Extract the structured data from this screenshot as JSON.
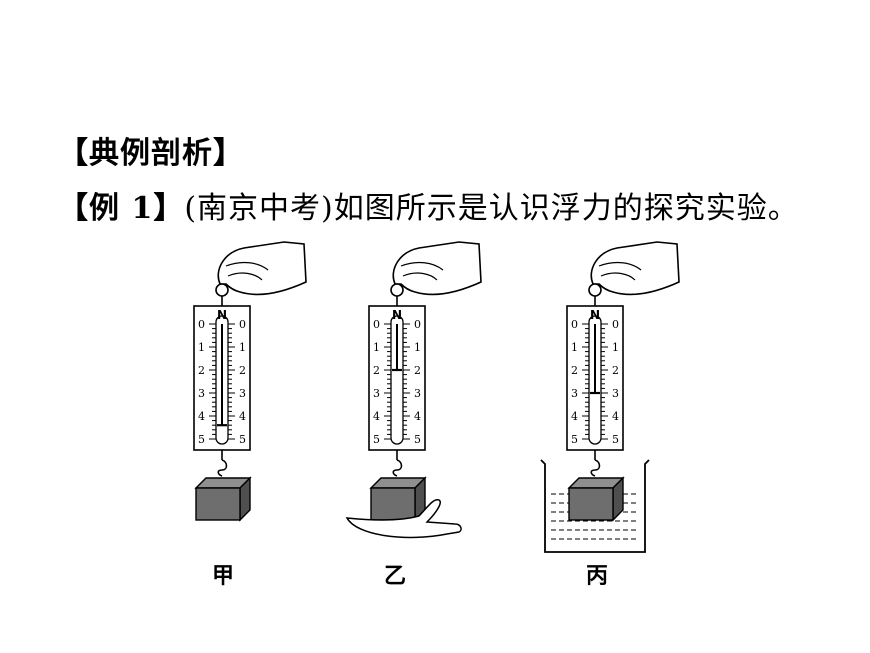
{
  "section": {
    "heading": "【典例剖析】"
  },
  "example": {
    "tag": "【例 1】",
    "source": "(南京中考)",
    "text": "如图所示是认识浮力的探究实验。"
  },
  "figure": {
    "scale_unit": "N",
    "scale_ticks": [
      "0",
      "1",
      "2",
      "3",
      "4",
      "5"
    ],
    "panels": [
      {
        "caption": "甲",
        "reading": 4.4
      },
      {
        "caption": "乙",
        "reading": 2.0
      },
      {
        "caption": "丙",
        "reading": 3.0
      }
    ]
  }
}
